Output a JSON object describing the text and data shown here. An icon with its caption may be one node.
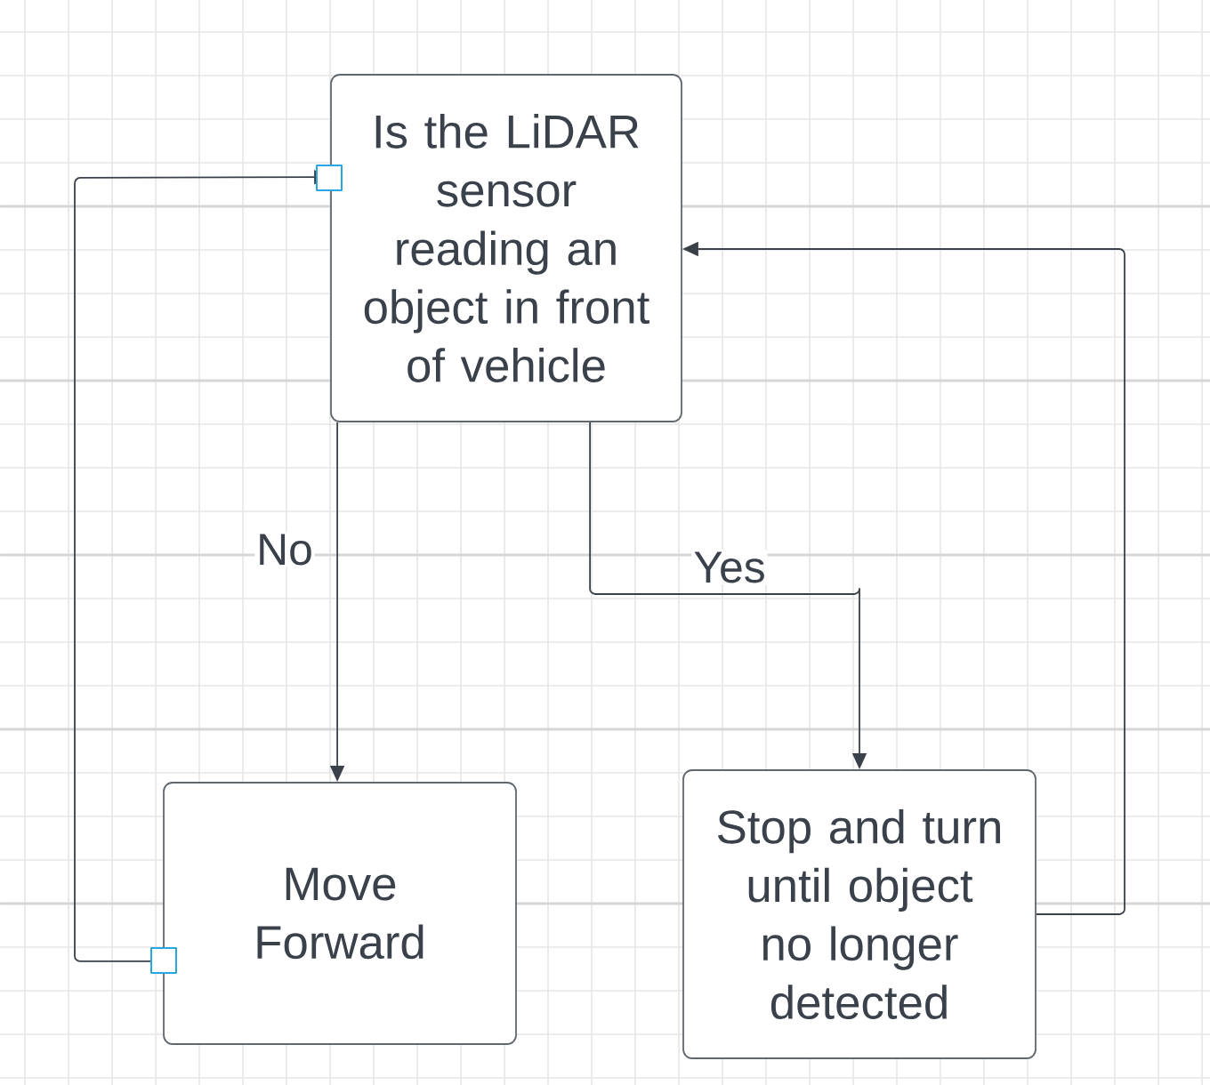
{
  "diagram": {
    "nodes": [
      {
        "text": [
          "Is the LiDAR sensor reading an object in front of vehicle"
        ]
      },
      {
        "text": [
          "Move Forward"
        ]
      },
      {
        "text": [
          "Stop and turn until object no longer detected"
        ]
      }
    ],
    "edges": [
      {
        "from": 0,
        "to": 1,
        "arrow": "to",
        "label": "No"
      },
      {
        "from": 0,
        "to": 2,
        "arrow": "to",
        "label": "Yes"
      },
      {
        "from": 2,
        "to": 0,
        "arrow": "to"
      },
      {
        "from": 1,
        "to": 0,
        "arrow": "to"
      }
    ]
  }
}
